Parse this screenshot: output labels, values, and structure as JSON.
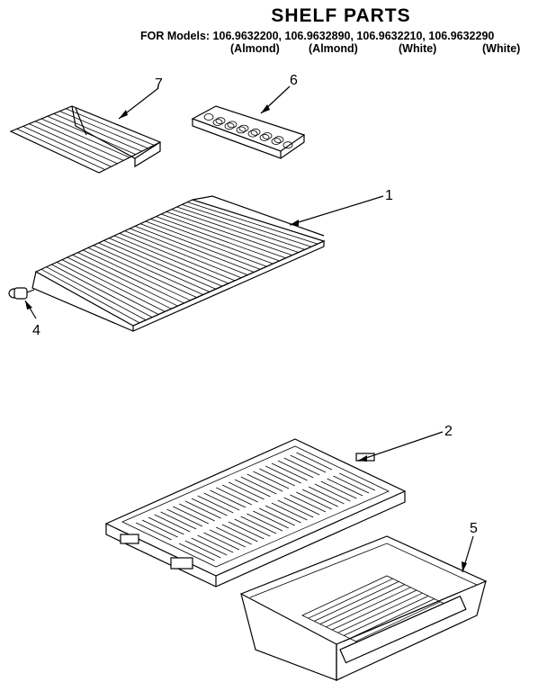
{
  "title": "SHELF PARTS",
  "models_line": "FOR Models: 106.9632200, 106.9632890, 106.9632210, 106.9632290",
  "colors": [
    "(Almond)",
    "(Almond)",
    "(White)",
    "(White)"
  ],
  "callouts": {
    "part1": "1",
    "part2": "2",
    "part4": "4",
    "part5": "5",
    "part6": "6",
    "part7": "7"
  }
}
